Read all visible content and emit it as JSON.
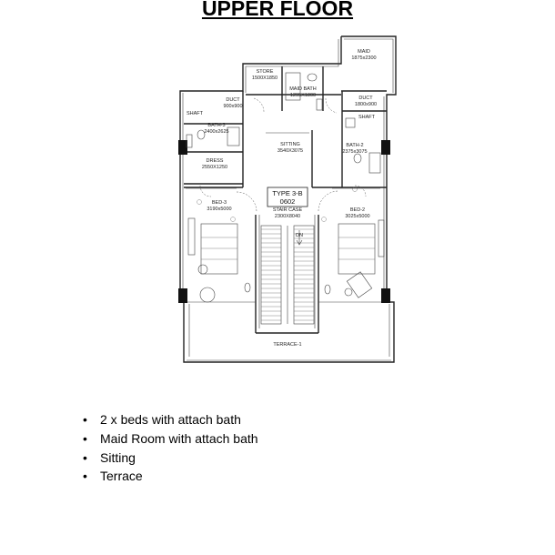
{
  "title": "UPPER FLOOR",
  "plan": {
    "type_label": "TYPE 3-B",
    "unit_no": "0602",
    "direction": "DN",
    "rooms": {
      "maid": {
        "name": "MAID",
        "size": "1875x2300"
      },
      "store": {
        "name": "STORE",
        "size": "1500X1850"
      },
      "maid_bath": {
        "name": "MAID BATH",
        "size": "1295X1800"
      },
      "duct_left": {
        "name": "DUCT",
        "size": "900x900"
      },
      "duct_right": {
        "name": "DUCT",
        "size": "1800x900"
      },
      "bath3": {
        "name": "BATH-3",
        "size": "2400x2625"
      },
      "bath2": {
        "name": "BATH-2",
        "size": "2375x3075"
      },
      "sitting": {
        "name": "SITTING",
        "size": "3540X3075"
      },
      "dress": {
        "name": "DRESS",
        "size": "2550X1250"
      },
      "bed3": {
        "name": "BED-3",
        "size": "3190x5000"
      },
      "bed2": {
        "name": "BED-2",
        "size": "3025x5000"
      },
      "staircase": {
        "name": "STAIR CASE",
        "size": "2300X8040"
      },
      "terrace": {
        "name": "TERRACE-1"
      }
    },
    "shaft_label": "SHAFT"
  },
  "features": [
    "2 x beds with attach bath",
    "Maid Room with attach bath",
    "Sitting",
    "Terrace"
  ]
}
